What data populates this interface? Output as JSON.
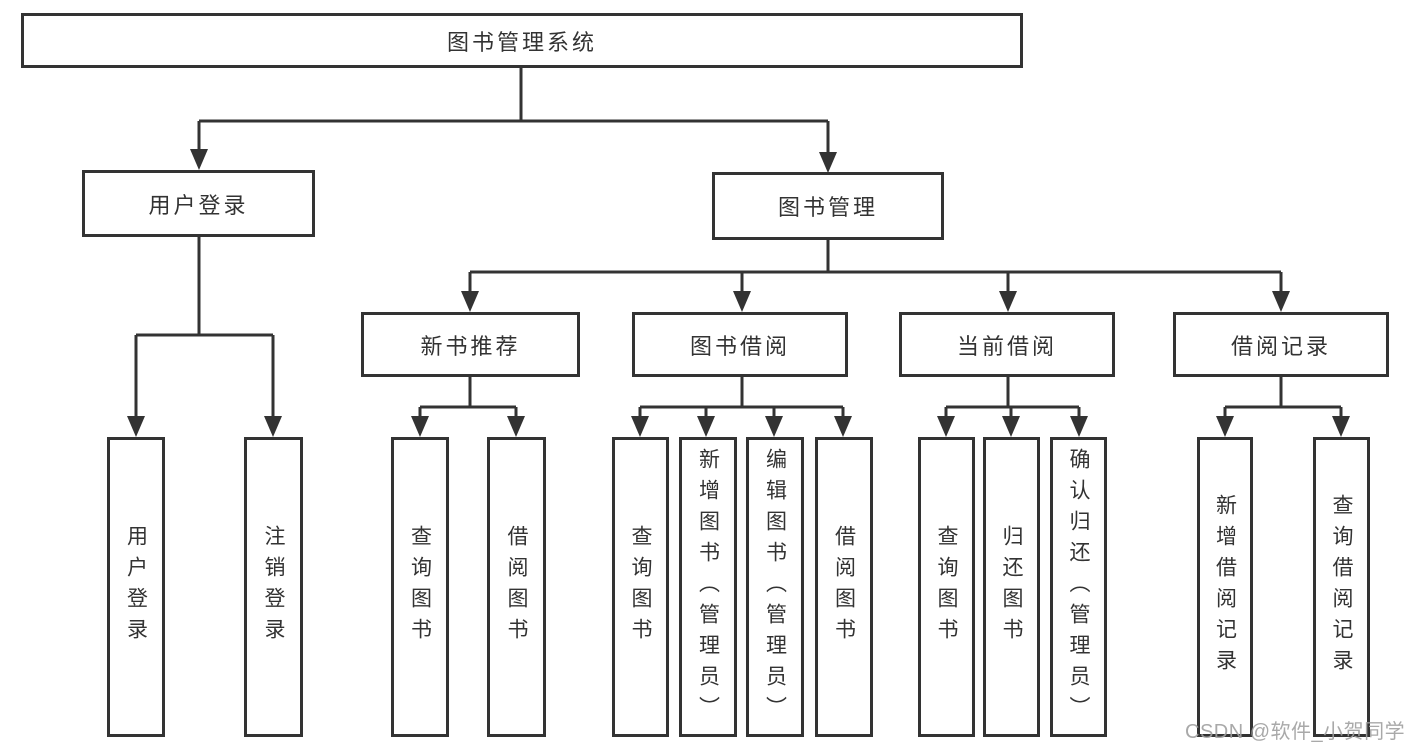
{
  "diagram": {
    "root": "图书管理系统",
    "user_login": {
      "label": "用户登录",
      "children": [
        "用户登录",
        "注销登录"
      ]
    },
    "book_management": {
      "label": "图书管理",
      "sections": [
        {
          "label": "新书推荐",
          "children": [
            "查询图书",
            "借阅图书"
          ]
        },
        {
          "label": "图书借阅",
          "children": [
            "查询图书",
            "新增图书（管理员）",
            "编辑图书（管理员）",
            "借阅图书"
          ]
        },
        {
          "label": "当前借阅",
          "children": [
            "查询图书",
            "归还图书",
            "确认归还（管理员）"
          ]
        },
        {
          "label": "借阅记录",
          "children": [
            "新增借阅记录",
            "查询借阅记录"
          ]
        }
      ]
    }
  },
  "watermark": "CSDN @软件_小贺同学",
  "colors": {
    "line": "#333333",
    "text": "#333333",
    "box_background": "#ffffff",
    "watermark": "#a0a0a0",
    "background": "#ffffff"
  }
}
